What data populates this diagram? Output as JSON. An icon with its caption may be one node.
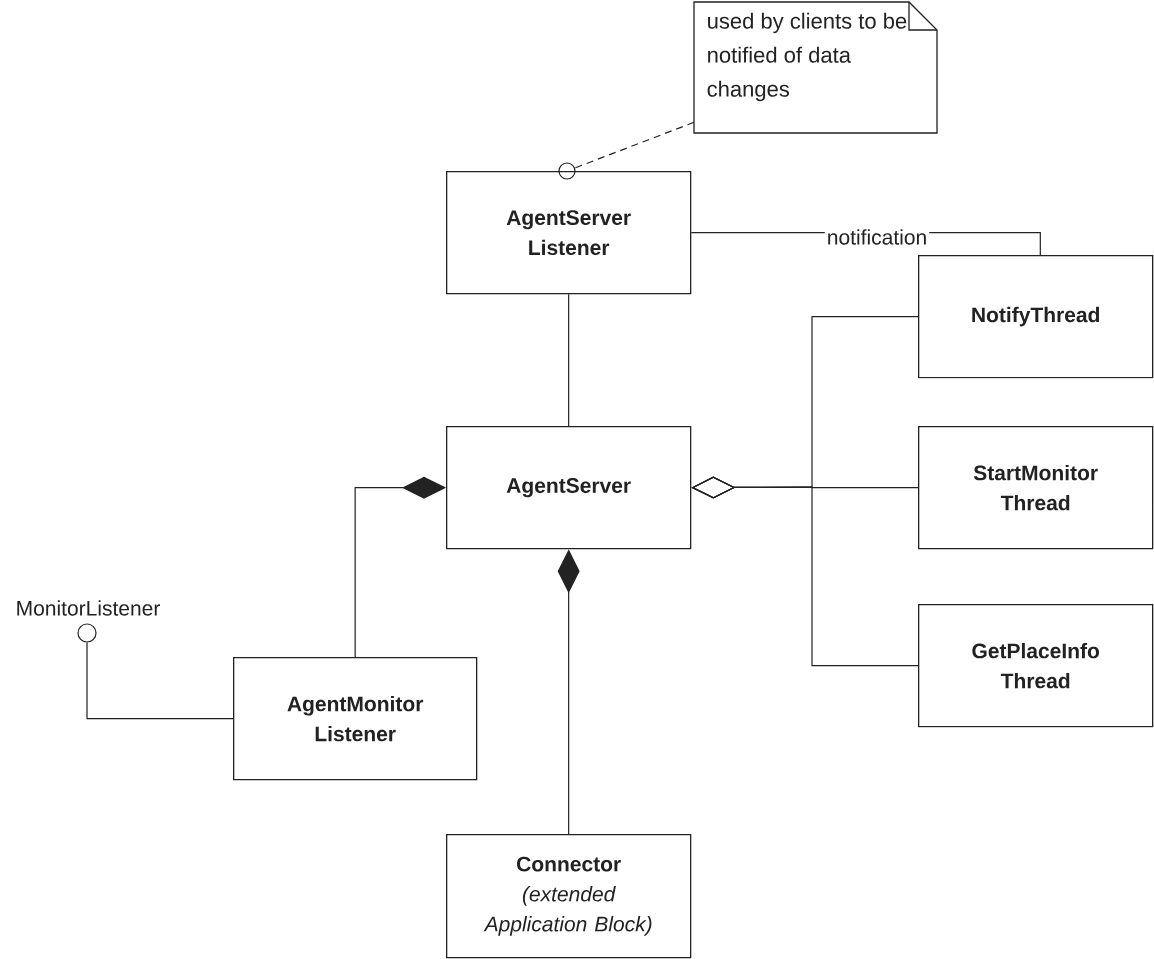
{
  "diagram": {
    "nodes": [
      {
        "text": [
          "used by clients to be notified of data changes"
        ]
      },
      {
        "text": [],
        "shape": "circle"
      },
      {
        "text": [
          "AgentServer Listener"
        ]
      },
      {
        "text": [
          "NotifyThread"
        ]
      },
      {
        "text": [
          "AgentServer"
        ]
      },
      {
        "text": [
          "StartMonitor Thread"
        ]
      },
      {
        "text": [],
        "shape": "circle",
        "beside": [
          "MonitorListener"
        ]
      },
      {
        "text": [
          "GetPlaceInfo Thread"
        ]
      },
      {
        "text": [
          "AgentMonitor Listener"
        ]
      },
      {
        "text": [
          "Connector",
          "(extended Application Block)"
        ]
      }
    ],
    "edges": [
      {
        "from": 0,
        "to": 1,
        "arrow": "none",
        "style": "dashed"
      },
      {
        "from": 2,
        "to": 3,
        "arrow": "none",
        "label": "notification"
      },
      {
        "from": 2,
        "to": 4,
        "arrow": "none"
      },
      {
        "from": 4,
        "to": 3,
        "arrow": "other"
      },
      {
        "from": 4,
        "to": 5,
        "arrow": "other"
      },
      {
        "from": 4,
        "to": 7,
        "arrow": "other"
      },
      {
        "from": 4,
        "to": 8,
        "arrow": "other"
      },
      {
        "from": 4,
        "to": 9,
        "arrow": "other"
      },
      {
        "from": 8,
        "to": 6,
        "arrow": "none"
      }
    ]
  }
}
